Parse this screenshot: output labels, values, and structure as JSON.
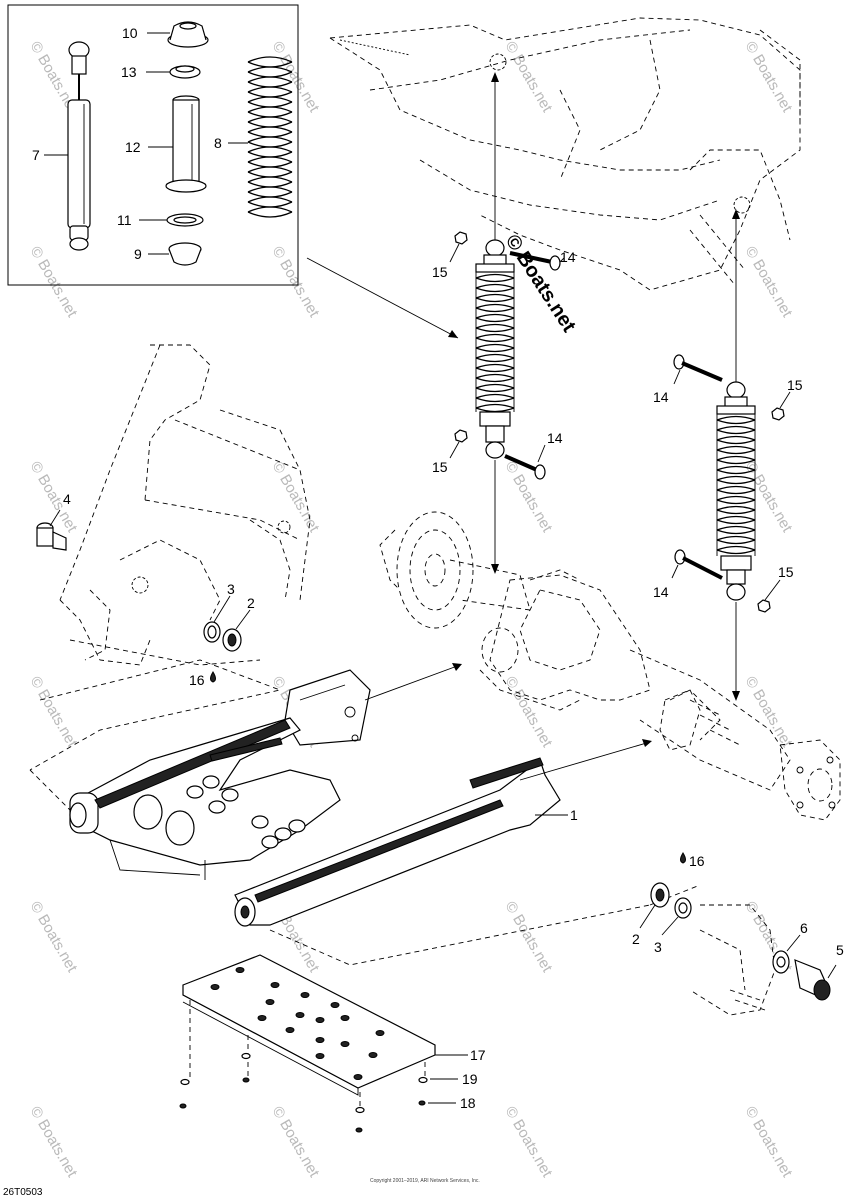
{
  "diagram_code": "26T0503",
  "footer_note": "Copyright 2001–2019, ARI Network Services, Inc.",
  "overlay_mark": "© Boats.net",
  "watermark_text": "© Boats.net",
  "callouts": {
    "c1": "1",
    "c2a": "2",
    "c2b": "2",
    "c3a": "3",
    "c3b": "3",
    "c4": "4",
    "c5": "5",
    "c6": "6",
    "c7": "7",
    "c8": "8",
    "c9": "9",
    "c10": "10",
    "c11": "11",
    "c12": "12",
    "c13": "13",
    "c14a": "14",
    "c14b": "14",
    "c14c": "14",
    "c14d": "14",
    "c15a": "15",
    "c15b": "15",
    "c15c": "15",
    "c15d": "15",
    "c16a": "16",
    "c16b": "16",
    "c17": "17",
    "c18": "18",
    "c19": "19"
  },
  "colors": {
    "line": "#000000",
    "watermark": "#b9b9b9",
    "background": "#ffffff"
  }
}
